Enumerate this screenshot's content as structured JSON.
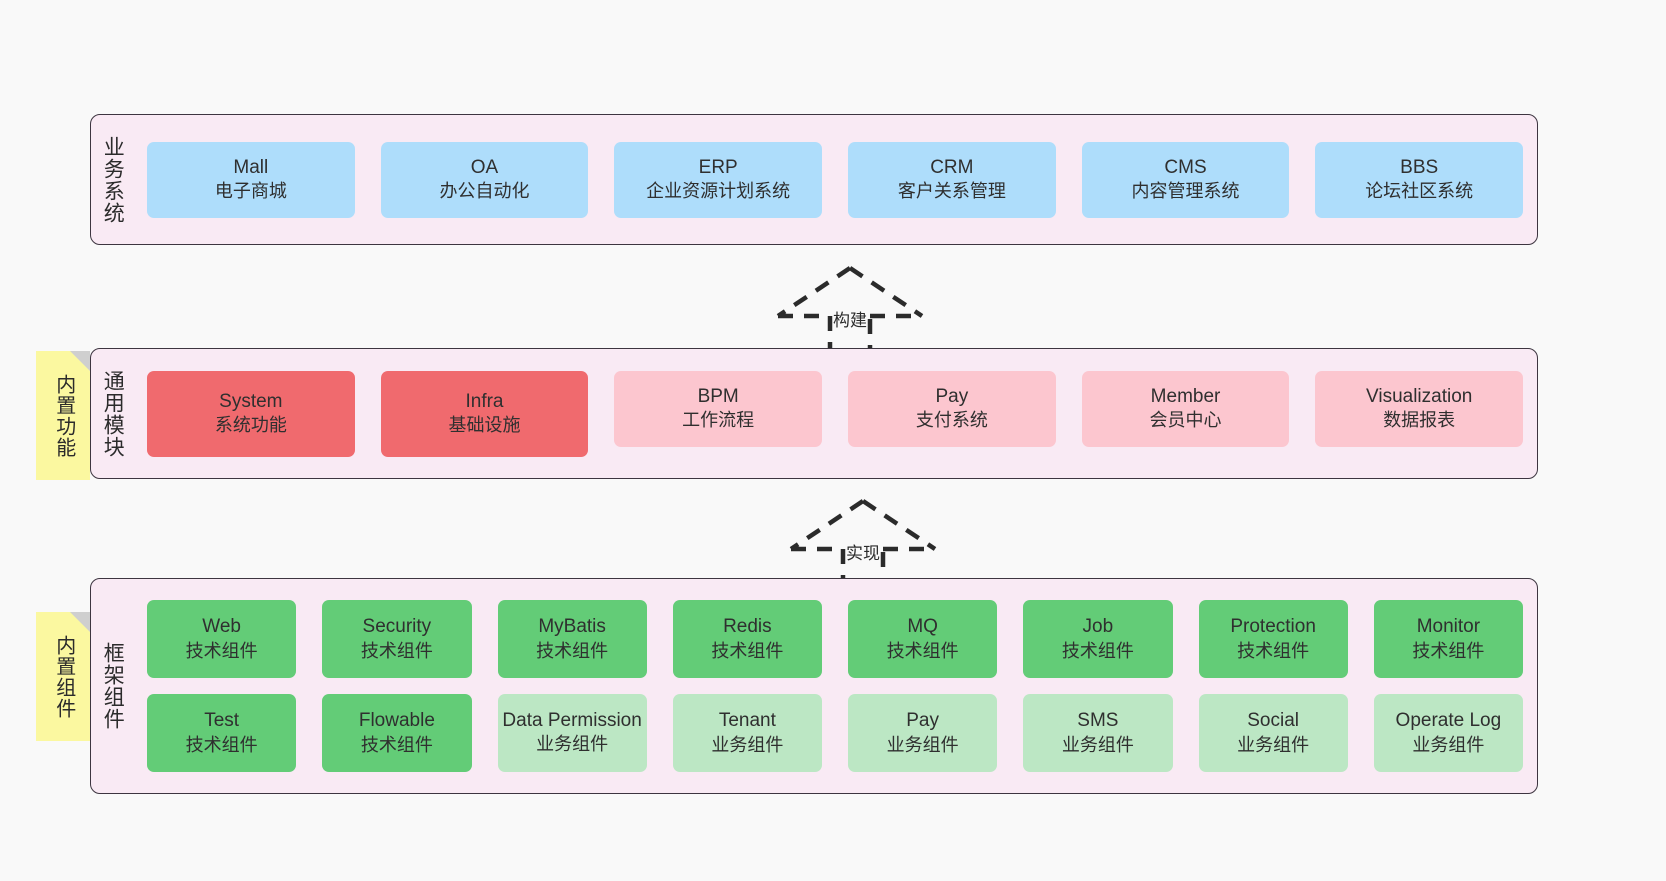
{
  "diagram": {
    "background": "#f9f9f9",
    "layers": [
      {
        "id": "business",
        "title": "业务系统",
        "panel_color": "#f9eaf4",
        "card_color": "#aeddfb",
        "cards": [
          {
            "name": "Mall",
            "desc": "电子商城"
          },
          {
            "name": "OA",
            "desc": "办公自动化"
          },
          {
            "name": "ERP",
            "desc": "企业资源计划系统"
          },
          {
            "name": "CRM",
            "desc": "客户关系管理"
          },
          {
            "name": "CMS",
            "desc": "内容管理系统"
          },
          {
            "name": "BBS",
            "desc": "论坛社区系统"
          }
        ]
      },
      {
        "id": "modules",
        "title": "通用模块",
        "note": "内置功能",
        "note_color": "#fbf8a0",
        "panel_color": "#f9eaf4",
        "card_color_strong": "#f06a6e",
        "card_color_soft": "#fcc6cf",
        "cards": [
          {
            "name": "System",
            "desc": "系统功能",
            "style": "strong"
          },
          {
            "name": "Infra",
            "desc": "基础设施",
            "style": "strong"
          },
          {
            "name": "BPM",
            "desc": "工作流程",
            "style": "soft"
          },
          {
            "name": "Pay",
            "desc": "支付系统",
            "style": "soft"
          },
          {
            "name": "Member",
            "desc": "会员中心",
            "style": "soft"
          },
          {
            "name": "Visualization",
            "desc": "数据报表",
            "style": "soft"
          }
        ]
      },
      {
        "id": "framework",
        "title": "框架组件",
        "note": "内置组件",
        "note_color": "#fbf8a0",
        "panel_color": "#f9eaf4",
        "card_color_strong": "#63cc77",
        "card_color_soft": "#bce7c4",
        "row1": [
          {
            "name": "Web",
            "desc": "技术组件",
            "style": "strong"
          },
          {
            "name": "Security",
            "desc": "技术组件",
            "style": "strong"
          },
          {
            "name": "MyBatis",
            "desc": "技术组件",
            "style": "strong"
          },
          {
            "name": "Redis",
            "desc": "技术组件",
            "style": "strong"
          },
          {
            "name": "MQ",
            "desc": "技术组件",
            "style": "strong"
          },
          {
            "name": "Job",
            "desc": "技术组件",
            "style": "strong"
          },
          {
            "name": "Protection",
            "desc": "技术组件",
            "style": "strong"
          },
          {
            "name": "Monitor",
            "desc": "技术组件",
            "style": "strong"
          }
        ],
        "row2": [
          {
            "name": "Test",
            "desc": "技术组件",
            "style": "strong"
          },
          {
            "name": "Flowable",
            "desc": "技术组件",
            "style": "strong"
          },
          {
            "name": "Data Permission",
            "desc": "业务组件",
            "style": "soft"
          },
          {
            "name": "Tenant",
            "desc": "业务组件",
            "style": "soft"
          },
          {
            "name": "Pay",
            "desc": "业务组件",
            "style": "soft"
          },
          {
            "name": "SMS",
            "desc": "业务组件",
            "style": "soft"
          },
          {
            "name": "Social",
            "desc": "业务组件",
            "style": "soft"
          },
          {
            "name": "Operate Log",
            "desc": "业务组件",
            "style": "soft"
          }
        ]
      }
    ],
    "connectors": [
      {
        "id": "build",
        "label": "构建"
      },
      {
        "id": "implement",
        "label": "实现"
      }
    ]
  }
}
